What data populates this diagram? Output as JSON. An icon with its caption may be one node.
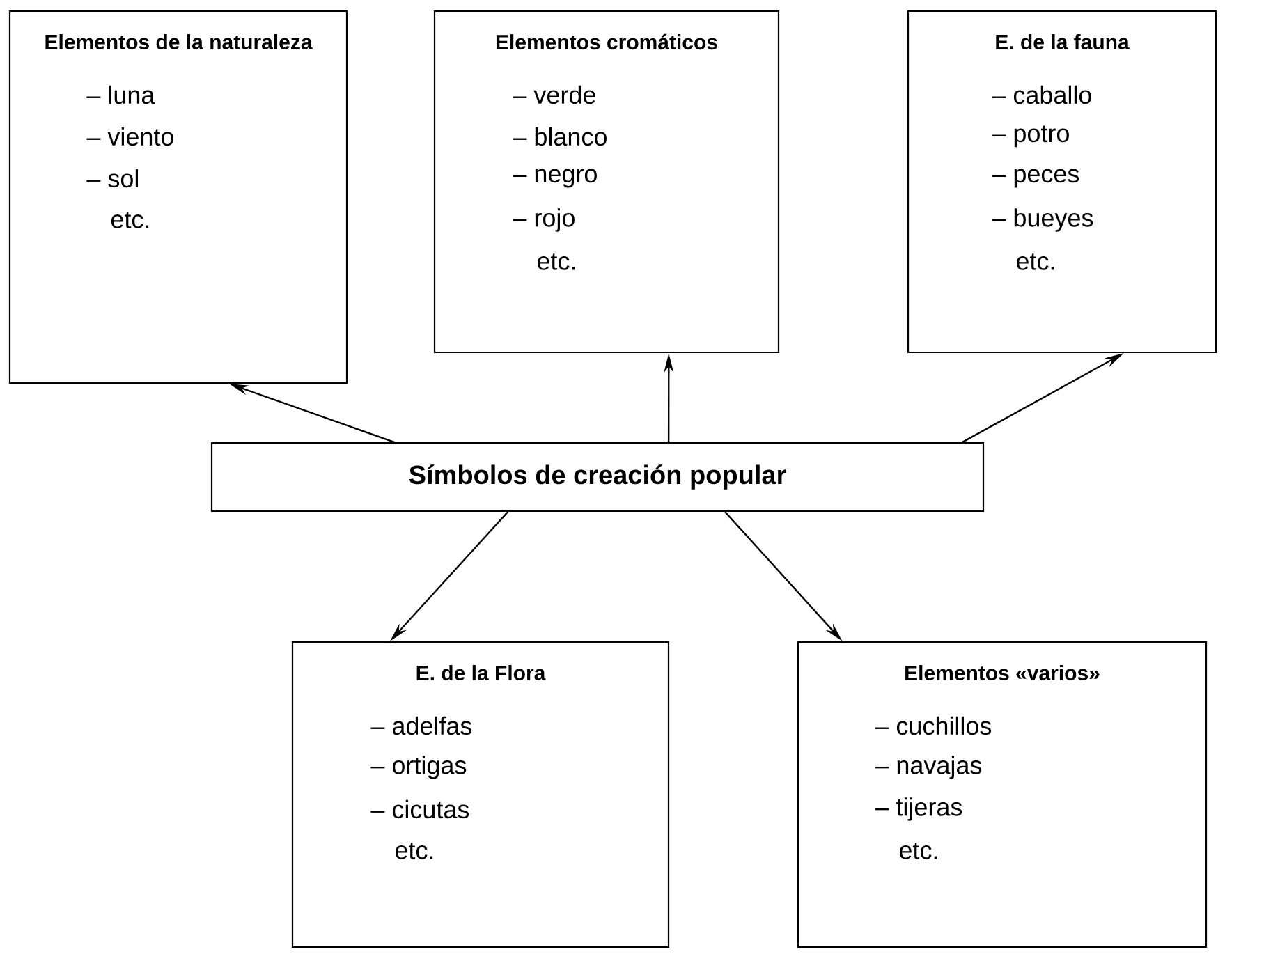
{
  "diagram": {
    "nodes": [
      {
        "text": [
          "Elementos de la naturaleza",
          "– luna",
          "– viento",
          "– sol",
          "etc."
        ]
      },
      {
        "text": [
          "Elementos cromáticos",
          "– verde",
          "– blanco",
          "– negro",
          "– rojo",
          "etc."
        ]
      },
      {
        "text": [
          "E. de la fauna",
          "– caballo",
          "– potro",
          "– peces",
          "– bueyes",
          "etc."
        ]
      },
      {
        "text": [
          "Símbolos de creación popular"
        ]
      },
      {
        "text": [
          "E. de la Flora",
          "– adelfas",
          "– ortigas",
          "– cicutas",
          "etc."
        ]
      },
      {
        "text": [
          "Elementos «varios»",
          "– cuchillos",
          "– navajas",
          "– tijeras",
          "etc."
        ]
      }
    ],
    "edges": [
      {
        "from": 3,
        "to": 0,
        "arrow": "to"
      },
      {
        "from": 3,
        "to": 1,
        "arrow": "to"
      },
      {
        "from": 3,
        "to": 2,
        "arrow": "to"
      },
      {
        "from": 3,
        "to": 4,
        "arrow": "to"
      },
      {
        "from": 3,
        "to": 5,
        "arrow": "to"
      }
    ]
  }
}
